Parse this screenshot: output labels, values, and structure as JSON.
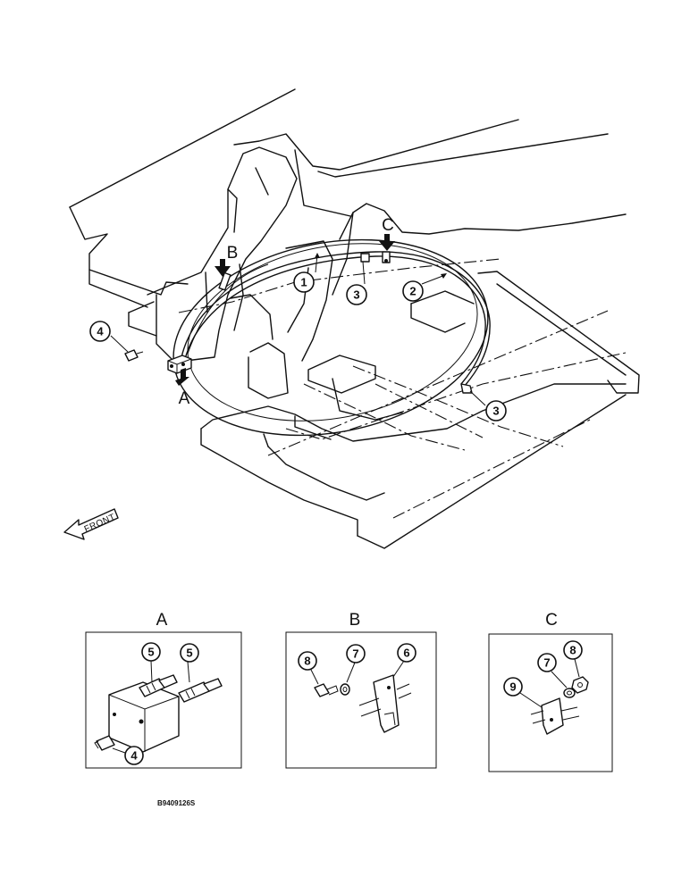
{
  "views": {
    "a": {
      "letter": "A"
    },
    "b": {
      "letter": "B"
    },
    "c": {
      "letter": "C"
    }
  },
  "direction_label": "FRONT",
  "callouts": {
    "main_1": "1",
    "main_2": "2",
    "main_3a": "3",
    "main_3b": "3",
    "main_4": "4",
    "a_5a": "5",
    "a_5b": "5",
    "a_4": "4",
    "b_8": "8",
    "b_7": "7",
    "b_6": "6",
    "c_7": "7",
    "c_8": "8",
    "c_9": "9"
  },
  "drawing_code": "B9409126S"
}
